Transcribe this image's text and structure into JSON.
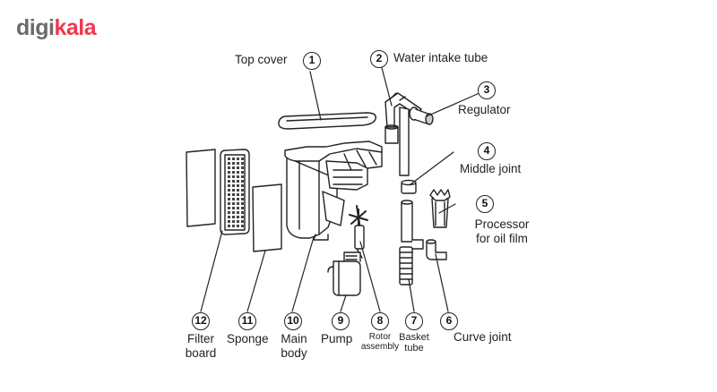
{
  "brand": {
    "logo_part1": "digi",
    "logo_part2": "kala",
    "accent": "#ef394e",
    "gray": "#6b6b6b"
  },
  "parts": [
    {
      "n": "1",
      "label": "Top cover"
    },
    {
      "n": "2",
      "label": "Water intake tube"
    },
    {
      "n": "3",
      "label": "Regulator"
    },
    {
      "n": "4",
      "label": "Middle joint"
    },
    {
      "n": "5",
      "label": "Processor\nfor oil film"
    },
    {
      "n": "6",
      "label": "Curve joint"
    },
    {
      "n": "7",
      "label": "Basket\ntube"
    },
    {
      "n": "8",
      "label": "Rotor\nassembly"
    },
    {
      "n": "9",
      "label": "Pump"
    },
    {
      "n": "10",
      "label": "Main\nbody"
    },
    {
      "n": "11",
      "label": "Sponge"
    },
    {
      "n": "12",
      "label": "Filter\nboard"
    }
  ]
}
